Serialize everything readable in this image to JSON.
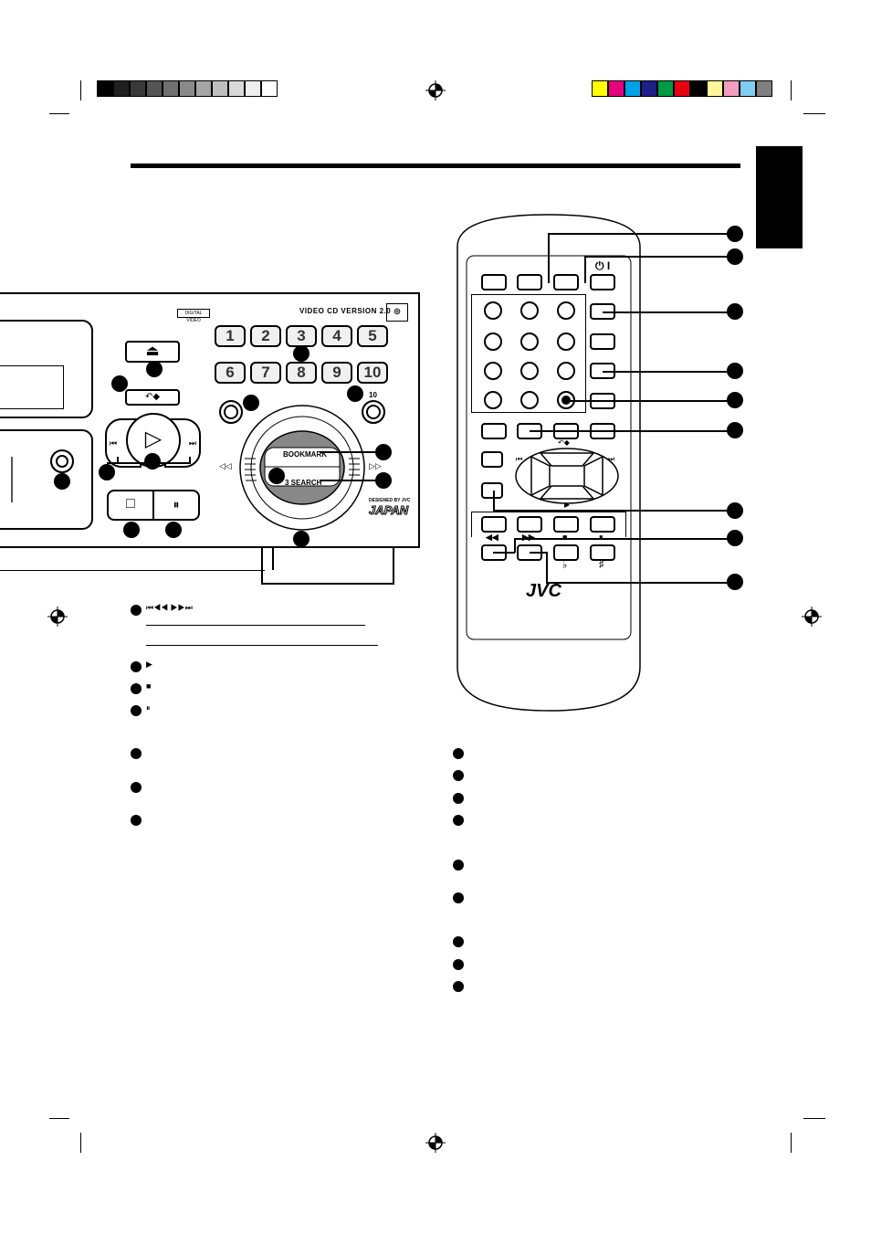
{
  "colors": {
    "gray_scale": [
      "#000000",
      "#202020",
      "#3a3a3a",
      "#555555",
      "#707070",
      "#8a8a8a",
      "#a5a5a5",
      "#bfbfbf",
      "#d9d9d9",
      "#efefef",
      "#ffffff"
    ],
    "color_bar": [
      "#ffff00",
      "#e6007e",
      "#00a0e9",
      "#1d2088",
      "#009944",
      "#e60012",
      "#000000",
      "#fff799",
      "#f19ec2",
      "#7fcdf0",
      "#7f7f7f"
    ]
  },
  "player": {
    "badge": "VIDEO CD VERSION 2.0",
    "digital_badge": "DIGITAL VIDEO",
    "keys": [
      "1",
      "2",
      "3",
      "4",
      "5",
      "6",
      "7",
      "8",
      "9",
      "10"
    ],
    "plus10": "10",
    "bookmark": "BOOKMARK",
    "search": "3 SEARCH",
    "designed": "DESIGNED BY JVC",
    "japan": "JAPAN",
    "symbols": {
      "eject": "⏏",
      "play": "▷",
      "stop": "□",
      "pause": "⏸",
      "return": "↶◆",
      "rew": "◁◁",
      "ff": "▷▷",
      "prev": "⏮",
      "next": "⏭"
    }
  },
  "remote": {
    "power": "⏻ I",
    "brand": "JVC",
    "labels": {
      "prev": "⏮",
      "next": "⏭",
      "return": "↶◆",
      "play": "▶",
      "rew": "◀◀",
      "ff": "▶▶",
      "stop": "■",
      "pause": "⏸",
      "flat": "♭",
      "sharp": "♯"
    }
  },
  "legend": {
    "skip_symbols": "⏮◀◀  ▶▶⏭",
    "play_symbol": "▶",
    "stop_symbol": "■",
    "pause_symbol": "⏸"
  }
}
